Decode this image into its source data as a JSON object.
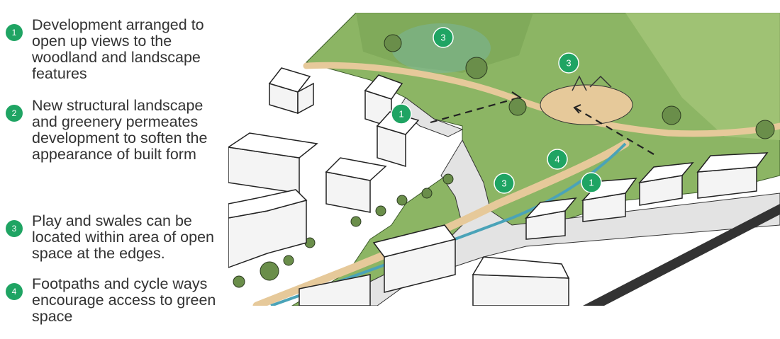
{
  "legend": [
    {
      "number": "1",
      "text": "Development arranged to open up views to the woodland and landscape features"
    },
    {
      "number": "2",
      "text": "New structural landscape and greenery permeates development to soften the appearance of built form"
    },
    {
      "number": "3",
      "text": "Play and swales can be located within area of open space at the edges."
    },
    {
      "number": "4",
      "text": "Footpaths and cycle ways encourage access to green space"
    }
  ],
  "markers": [
    "3",
    "3",
    "1",
    "4",
    "3",
    "1"
  ],
  "colors": {
    "badge": "#1fa463",
    "grass": "#8cb564",
    "path": "#e6c99a",
    "swale": "#4aa3b8",
    "road": "#e3e3e3"
  }
}
